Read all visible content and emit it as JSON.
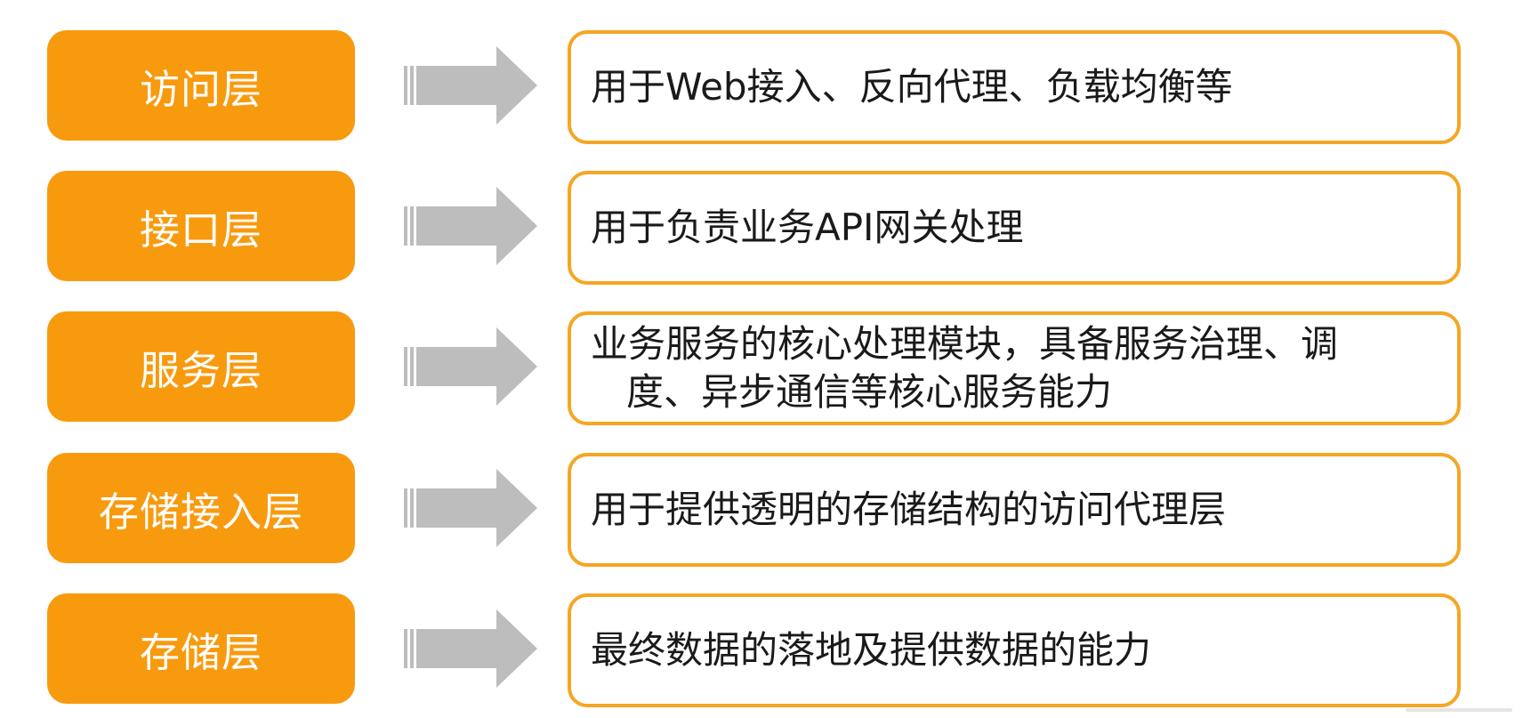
{
  "colors": {
    "layer_fill": "#F89A0E",
    "desc_border": "#F5A623",
    "arrow_fill": "#BDBDBD",
    "text": "#1a1a1a"
  },
  "rows": [
    {
      "layer": "访问层",
      "description": "用于Web接入、反向代理、负载均衡等"
    },
    {
      "layer": "接口层",
      "description": "用于负责业务API网关处理"
    },
    {
      "layer": "服务层",
      "description_line1": "业务服务的核心处理模块，具备服务治理、调",
      "description_line2": "度、异步通信等核心服务能力"
    },
    {
      "layer": "存储接入层",
      "description": "用于提供透明的存储结构的访问代理层"
    },
    {
      "layer": "存储层",
      "description": "最终数据的落地及提供数据的能力"
    }
  ]
}
